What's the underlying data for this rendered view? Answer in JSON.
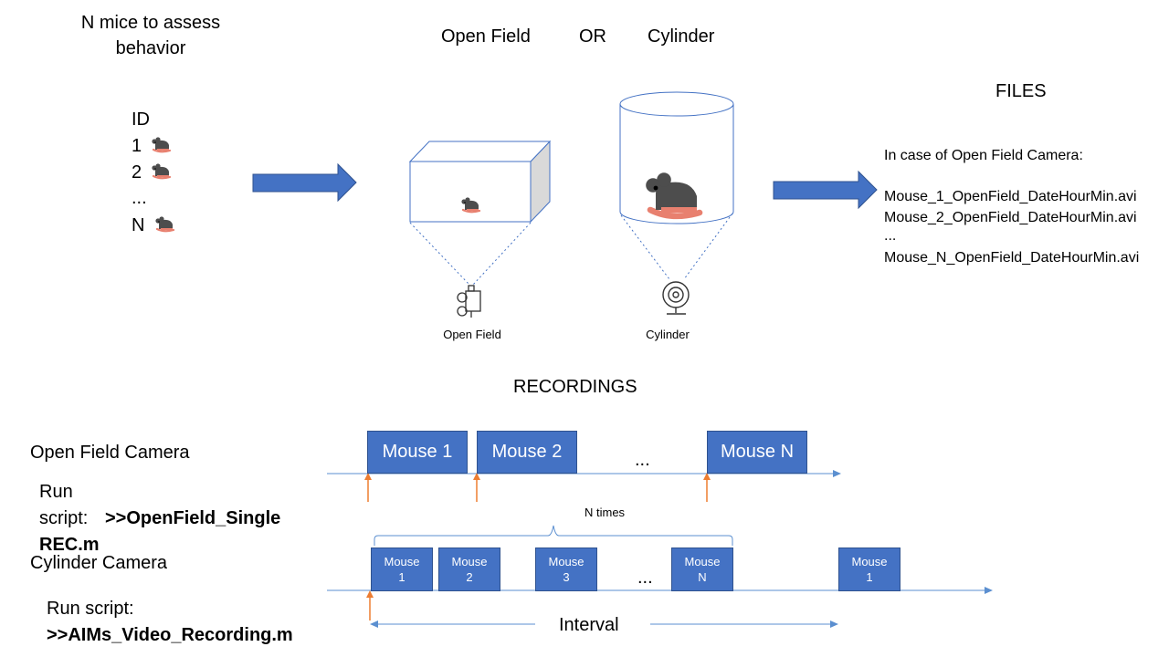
{
  "header": {
    "mice_title": "N mice to assess behavior",
    "open_field": "Open Field",
    "or": "OR",
    "cylinder": "Cylinder",
    "files": "FILES",
    "recordings": "RECORDINGS"
  },
  "mice_list": {
    "id_label": "ID",
    "items": [
      "1",
      "2",
      "...",
      "N"
    ]
  },
  "cameras": {
    "open_field_label": "Open Field",
    "cylinder_label": "Cylinder"
  },
  "files_list": {
    "intro": "In case of Open Field Camera:",
    "items": [
      "Mouse_1_OpenField_DateHourMin.avi",
      "Mouse_2_OpenField_DateHourMin.avi",
      "...",
      "Mouse_N_OpenField_DateHourMin.avi"
    ]
  },
  "open_field_row": {
    "label": "Open Field Camera",
    "run_line1": "Run",
    "run_line2_prefix": "script:",
    "script_part1": ">>OpenField_Single",
    "script_part2": "REC.m",
    "boxes": [
      "Mouse 1",
      "Mouse 2",
      "Mouse N"
    ],
    "ellipsis": "..."
  },
  "cylinder_row": {
    "label": "Cylinder Camera",
    "run_line": "Run script:",
    "script": ">>AIMs_Video_Recording.m",
    "n_times": "N times",
    "boxes": [
      {
        "line1": "Mouse",
        "line2": "1"
      },
      {
        "line1": "Mouse",
        "line2": "2"
      },
      {
        "line1": "Mouse",
        "line2": "3"
      },
      {
        "line1": "Mouse",
        "line2": "N"
      },
      {
        "line1": "Mouse",
        "line2": "1"
      }
    ],
    "ellipsis": "...",
    "interval": "Interval"
  },
  "colors": {
    "arrow_blue": "#4472c4",
    "axis_blue": "#5b8fd0",
    "trigger_orange": "#ed7d31",
    "box_border": "#2f528f",
    "mouse_body": "#4d4d4d",
    "mouse_pink": "#e8806f"
  },
  "icons": [
    "mouse-icon",
    "video-camera-icon",
    "webcam-icon"
  ]
}
